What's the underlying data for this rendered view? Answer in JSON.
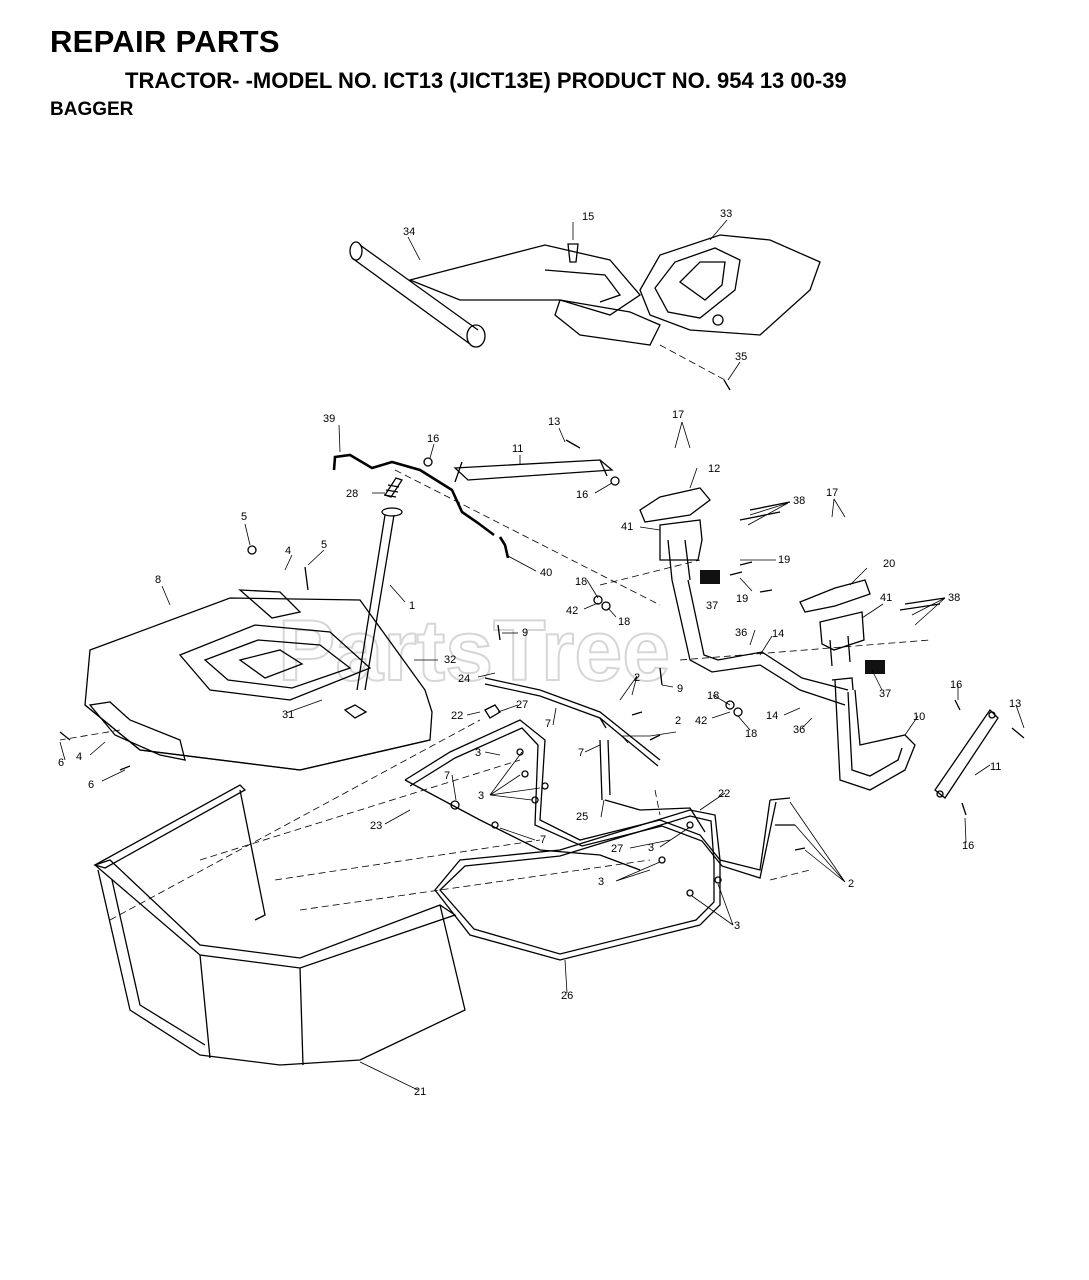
{
  "header": {
    "title": "REPAIR PARTS",
    "subtitle": "TRACTOR- -MODEL NO. ICT13 (JICT13E) PRODUCT NO. 954 13 00-39",
    "section": "BAGGER"
  },
  "watermark": "PartsTree",
  "callouts": {
    "c34": "34",
    "c15": "15",
    "c33": "33",
    "c35": "35",
    "c39": "39",
    "c16a": "16",
    "c11a": "11",
    "c13a": "13",
    "c17a": "17",
    "c28": "28",
    "c16b": "16",
    "c12": "12",
    "c38a": "38",
    "c41a": "41",
    "c17b": "17",
    "c5a": "5",
    "c4a": "4",
    "c5b": "5",
    "c40": "40",
    "c19a": "19",
    "c19b": "19",
    "c20": "20",
    "c8": "8",
    "c1": "1",
    "c18a": "18",
    "c42a": "42",
    "c18b": "18",
    "c37a": "37",
    "c41b": "41",
    "c38b": "38",
    "c9a": "9",
    "c36a": "36",
    "c14a": "14",
    "c32": "32",
    "c24": "24",
    "c9b": "9",
    "c2a": "2",
    "c37b": "37",
    "c31": "31",
    "c22a": "22",
    "c27a": "27",
    "c7a": "7",
    "c18c": "18",
    "c16c": "16",
    "c10": "10",
    "c42b": "42",
    "c14b": "14",
    "c18d": "18",
    "c36b": "36",
    "c13b": "13",
    "c2b": "2",
    "c6a": "6",
    "c4b": "4",
    "c6b": "6",
    "c3a": "3",
    "c7b": "7",
    "c11b": "11",
    "c3b": "3",
    "c7c": "7",
    "c22b": "22",
    "c23": "23",
    "c25": "25",
    "c7d": "7",
    "c27b": "27",
    "c3c": "3",
    "c16d": "16",
    "c2c": "2",
    "c3d": "3",
    "c3e": "3",
    "c26": "26",
    "c21": "21"
  }
}
